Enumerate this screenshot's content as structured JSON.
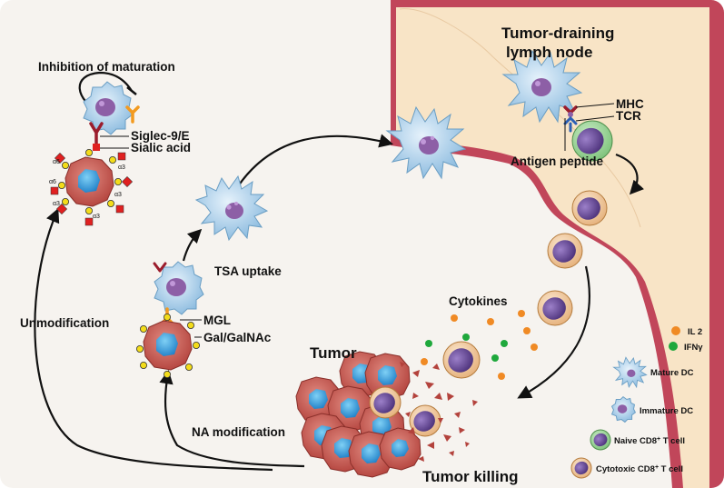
{
  "labels": {
    "inhibition": "Inhibition of maturation",
    "siglec": "Siglec-9/E",
    "sialic_acid": "Sialic acid",
    "tsa_uptake": "TSA uptake",
    "mgl": "MGL",
    "gal_galnac": "Gal/GalNAc",
    "unmodification": "Unmodification",
    "na_modification": "NA modification",
    "tumor": "Tumor",
    "tumor_killing": "Tumor killing",
    "lymph_node_line1": "Tumor-draining",
    "lymph_node_line2": "lymph node",
    "mhc": "MHC",
    "tcr": "TCR",
    "antigen_peptide": "Antigen peptide",
    "cytokines": "Cytokines",
    "sialic_link_a3": "α3",
    "sialic_link_a6": "α6"
  },
  "legend": [
    {
      "name": "IL 2",
      "color": "#f08a24"
    },
    {
      "name": "IFNγ",
      "color": "#1fa83c"
    },
    {
      "name": "Mature DC"
    },
    {
      "name": "Immature DC"
    },
    {
      "name": "Naive CD8",
      "sup": "+",
      "suffix": " T cell"
    },
    {
      "name": "Cytotoxic CD8",
      "sup": "+",
      "suffix": " T cell"
    }
  ],
  "colors": {
    "background": "#f6f3ef",
    "lymph_node_fill": "#f8e4c6",
    "lymph_node_border": "#c1465a",
    "tumor_cell": "#c9554f",
    "tumor_nucleus": "#2f8fd6",
    "dc_body": "#b9d8ee",
    "dc_nucleus": "#8d5fa6",
    "tcell_purple": "#5c3f8c",
    "naive_ring": "#8fcf8a",
    "cytotoxic_ring": "#efc38e",
    "il2": "#f08a24",
    "ifng": "#1fa83c",
    "sialic": "#e02020",
    "galactose": "#f3dc1a",
    "mgl": "#f39a1f",
    "siglec": "#9b1c2c"
  }
}
